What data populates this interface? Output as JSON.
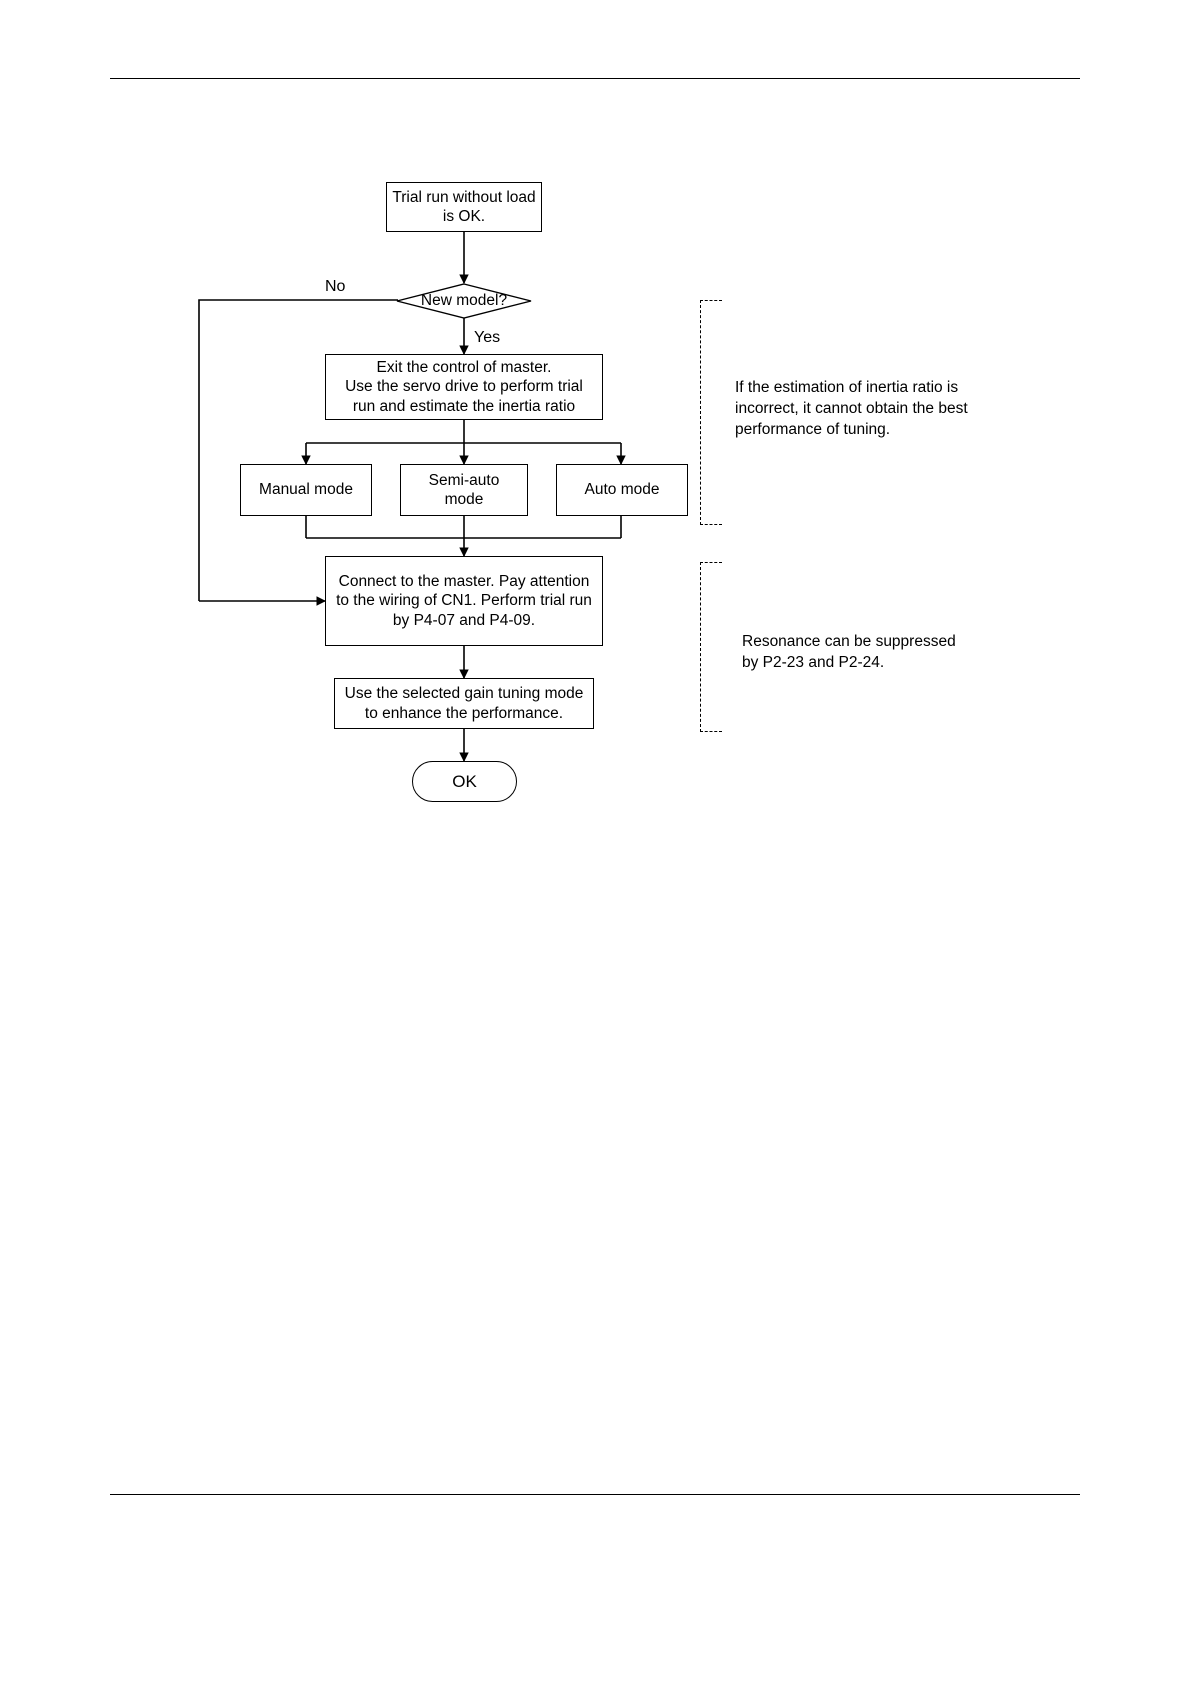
{
  "page": {
    "top_rule": true,
    "bottom_rule": true
  },
  "flowchart": {
    "type": "flowchart",
    "nodes": [
      {
        "id": "start",
        "shape": "process",
        "text": "Trial run without load\nis OK."
      },
      {
        "id": "decision",
        "shape": "decision",
        "text": "New model?"
      },
      {
        "id": "estimate",
        "shape": "process",
        "text": "Exit the control of master.\nUse the servo drive to perform trial\nrun and estimate the inertia ratio"
      },
      {
        "id": "manual",
        "shape": "process",
        "text": "Manual mode"
      },
      {
        "id": "semi_auto",
        "shape": "process",
        "text": "Semi-auto\nmode"
      },
      {
        "id": "auto",
        "shape": "process",
        "text": "Auto mode"
      },
      {
        "id": "connect",
        "shape": "process",
        "text": "Connect to the master. Pay attention\nto the wiring of CN1. Perform trial run\nby P4-07 and P4-09."
      },
      {
        "id": "enhance",
        "shape": "process",
        "text": "Use the selected gain tuning mode\nto enhance the performance."
      },
      {
        "id": "ok",
        "shape": "terminator",
        "text": "OK"
      }
    ],
    "edge_labels": {
      "no": "No",
      "yes": "Yes"
    },
    "notes": [
      {
        "id": "note-inertia",
        "text": "If the estimation of inertia ratio is\nincorrect, it cannot obtain the best\nperformance of tuning."
      },
      {
        "id": "note-resonance",
        "text": "Resonance can be suppressed\nby P2-23 and P2-24."
      }
    ]
  }
}
